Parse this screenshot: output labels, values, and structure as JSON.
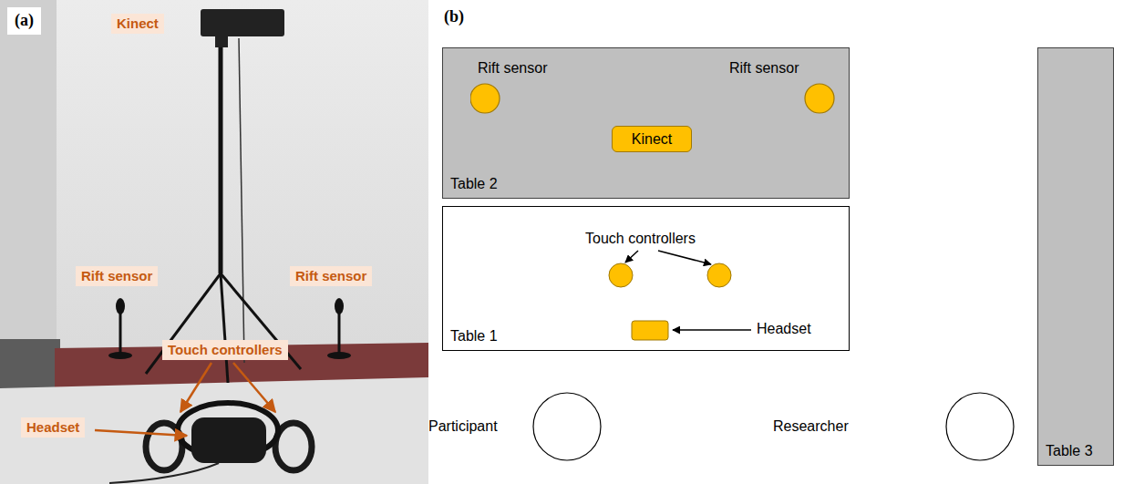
{
  "diagram": {
    "nodes": [
      {
        "text": [
          "Table 2"
        ]
      },
      {
        "text": [
          "Rift sensor"
        ],
        "in": 0
      },
      {
        "text": [
          "Rift sensor"
        ],
        "in": 0
      },
      {
        "text": [
          "Kinect"
        ],
        "in": 0
      },
      {
        "text": [
          "Table 1"
        ]
      },
      {
        "text": [
          "Participant"
        ]
      },
      {
        "text": [
          "Researcher"
        ]
      },
      {
        "text": [
          "Table 3"
        ]
      }
    ],
    "labels": [
      "(a)",
      "Kinect",
      "Rift sensor",
      "Rift sensor",
      "Touch controllers",
      "Headset",
      "(b)",
      "Touch controllers",
      "Headset"
    ]
  }
}
